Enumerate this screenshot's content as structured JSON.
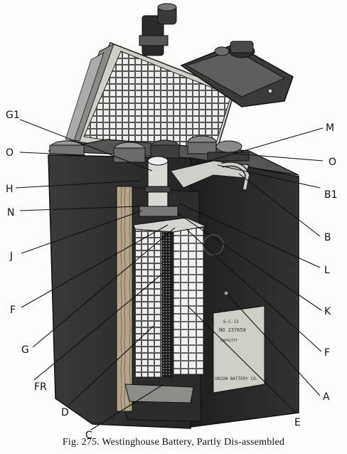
{
  "figure": {
    "caption": "Fig. 275.  Westinghouse Battery, Partly Dis-assembled",
    "labels": {
      "G1": "G1",
      "O_left": "O",
      "H": "H",
      "N": "N",
      "J": "J",
      "F_left": "F",
      "G": "G",
      "FR": "FR",
      "D": "D",
      "C": "C",
      "M": "M",
      "O_right": "O",
      "B1": "B1",
      "B": "B",
      "L": "L",
      "K": "K",
      "F_right": "F",
      "A": "A",
      "E": "E"
    },
    "nameplate": {
      "line1": "6-C-13",
      "line2": "NO 237658",
      "line3": "CAPACITY",
      "brand": "UNION BATTERY CO."
    }
  }
}
